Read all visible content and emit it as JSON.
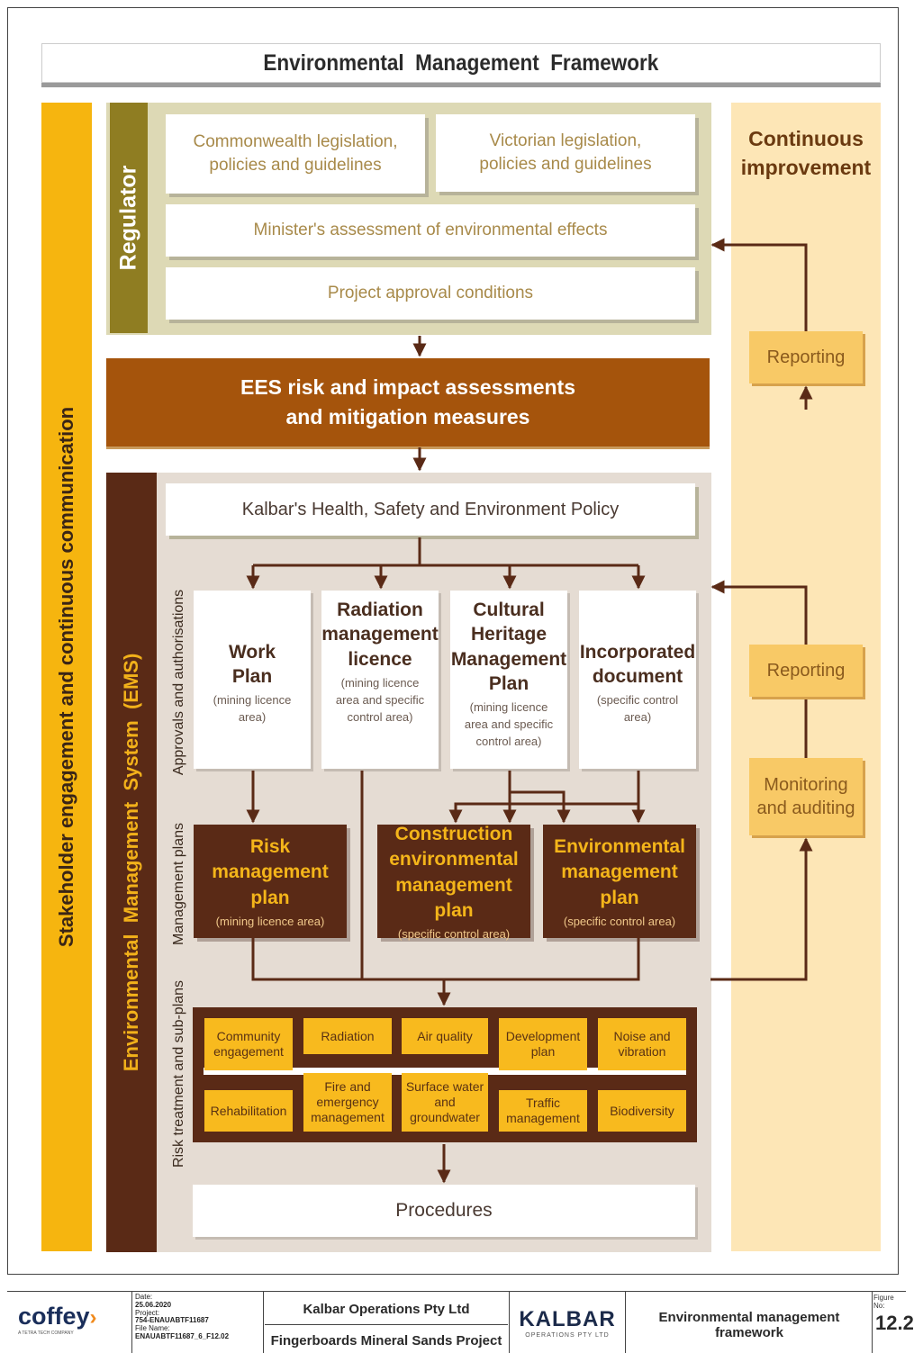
{
  "title": "Environmental  Management  Framework",
  "stakeholder_label": "Stakeholder engagement and continuous communication",
  "regulator": {
    "label": "Regulator",
    "commonwealth": [
      "Commonwealth legislation,",
      "policies and guidelines"
    ],
    "victorian": [
      "Victorian legislation,",
      "policies and guidelines"
    ],
    "minister": "Minister's assessment of environmental effects",
    "approval": "Project approval conditions"
  },
  "ees": [
    "EES risk and impact assessments",
    "and mitigation measures"
  ],
  "continuous": {
    "title": [
      "Continuous",
      "improvement"
    ],
    "reporting_top": "Reporting",
    "reporting_mid": "Reporting",
    "monitoring": [
      "Monitoring",
      "and auditing"
    ]
  },
  "ems": {
    "label": "Environmental  Management  System  (EMS)",
    "policy": "Kalbar's Health, Safety and Environment Policy",
    "row_labels": {
      "approvals": "Approvals and authorisations",
      "management": "Management plans",
      "risk": "Risk treatment and sub-plans"
    },
    "approvals": [
      {
        "title": [
          "Work",
          "Plan"
        ],
        "sub": [
          "(mining licence",
          "area)"
        ]
      },
      {
        "title": [
          "Radiation",
          "management",
          "licence"
        ],
        "sub": [
          "(mining licence",
          "area and specific",
          "control area)"
        ]
      },
      {
        "title": [
          "Cultural",
          "Heritage",
          "Management",
          "Plan"
        ],
        "sub": [
          "(mining licence",
          "area and specific",
          "control area)"
        ]
      },
      {
        "title": [
          "Incorporated",
          "document"
        ],
        "sub": [
          "(specific control",
          "area)"
        ]
      }
    ],
    "plans": [
      {
        "title": [
          "Risk",
          "management plan"
        ],
        "sub": "(mining licence area)"
      },
      {
        "title": [
          "Construction",
          "environmental",
          "management plan"
        ],
        "sub": "(specific control area)"
      },
      {
        "title": [
          "Environmental",
          "management plan"
        ],
        "sub": "(specific control area)"
      }
    ],
    "subplans_top": [
      [
        "Community",
        "engagement"
      ],
      [
        "Radiation"
      ],
      [
        "Air quality"
      ],
      [
        "Development",
        "plan"
      ],
      [
        "Noise and",
        "vibration"
      ]
    ],
    "subplans_bottom": [
      [
        "Rehabilitation"
      ],
      [
        "Fire and",
        "emergency",
        "management"
      ],
      [
        "Surface water",
        "and",
        "groundwater"
      ],
      [
        "Traffic",
        "management"
      ],
      [
        "Biodiversity"
      ]
    ],
    "procedures": "Procedures"
  },
  "footer": {
    "coffey": "coffey",
    "coffey_tag": "A TETRA TECH COMPANY",
    "date_label": "Date:",
    "date": "25.06.2020",
    "project_label": "Project:",
    "project": "754-ENAUABTF11687",
    "file_label": "File Name:",
    "file": "ENAUABTF11687_6_F12.02",
    "company": "Kalbar Operations Pty Ltd",
    "project_name": "Fingerboards Mineral Sands Project",
    "kalbar": "KALBAR",
    "kalbar_sub": "OPERATIONS PTY LTD",
    "figure_title": "Environmental management framework",
    "figure_label": "Figure No:",
    "figure_no": "12.2"
  },
  "colors": {
    "stakeholder": "#f6b50f",
    "regulator": "#8f7d22",
    "ees": "#a5540c",
    "ems": "#5a2a16",
    "continuous": "#fde6b6"
  }
}
